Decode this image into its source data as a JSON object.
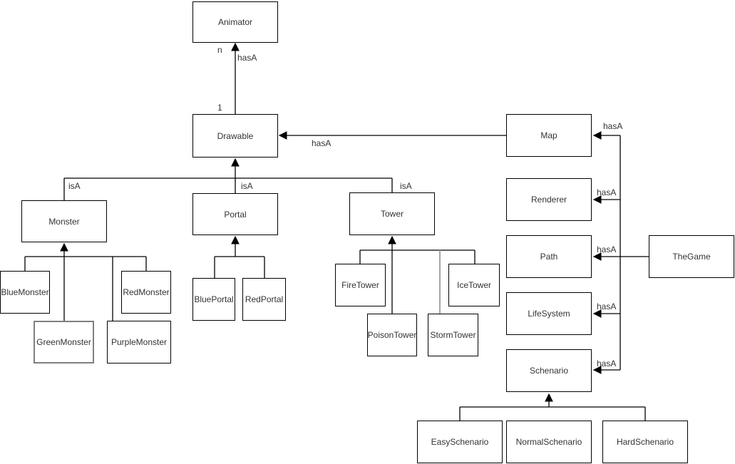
{
  "diagram_type": "uml-class-diagram",
  "colors": {
    "background": "#ffffff",
    "stroke": "#000000",
    "text": "#333333",
    "selected_border": "#7f7f7f",
    "gray_connector": "#9c9c9c"
  },
  "nodes": {
    "animator": "Animator",
    "drawable": "Drawable",
    "map": "Map",
    "renderer": "Renderer",
    "path": "Path",
    "thegame": "TheGame",
    "lifesystem": "LifeSystem",
    "schenario": "Schenario",
    "monster": "Monster",
    "portal": "Portal",
    "tower": "Tower",
    "bluemonster": "BlueMonster",
    "redmonster": "RedMonster",
    "greenmonster": "GreenMonster",
    "purplemonster": "PurpleMonster",
    "blueportal": "BluePortal",
    "redportal": "RedPortal",
    "firetower": "FireTower",
    "icetower": "IceTower",
    "poisontower": "PoisonTower",
    "stormtower": "StormTower",
    "easyschenario": "EasySchenario",
    "normalschenario": "NormalSchenario",
    "hardschenario": "HardSchenario"
  },
  "edges": {
    "drawable_to_animator": {
      "label": "hasA",
      "source_multiplicity": "1",
      "target_multiplicity": "n"
    },
    "map_to_drawable": {
      "label": "hasA"
    },
    "monster_isa_drawable": {
      "label": "isA"
    },
    "portal_isa_drawable": {
      "label": "isA"
    },
    "tower_isa_drawable": {
      "label": "isA"
    },
    "thegame_to_map": {
      "label": "hasA"
    },
    "thegame_to_renderer": {
      "label": "hasA"
    },
    "thegame_to_path": {
      "label": "hasA"
    },
    "thegame_to_lifesystem": {
      "label": "hasA"
    },
    "thegame_to_schenario": {
      "label": "hasA"
    }
  }
}
